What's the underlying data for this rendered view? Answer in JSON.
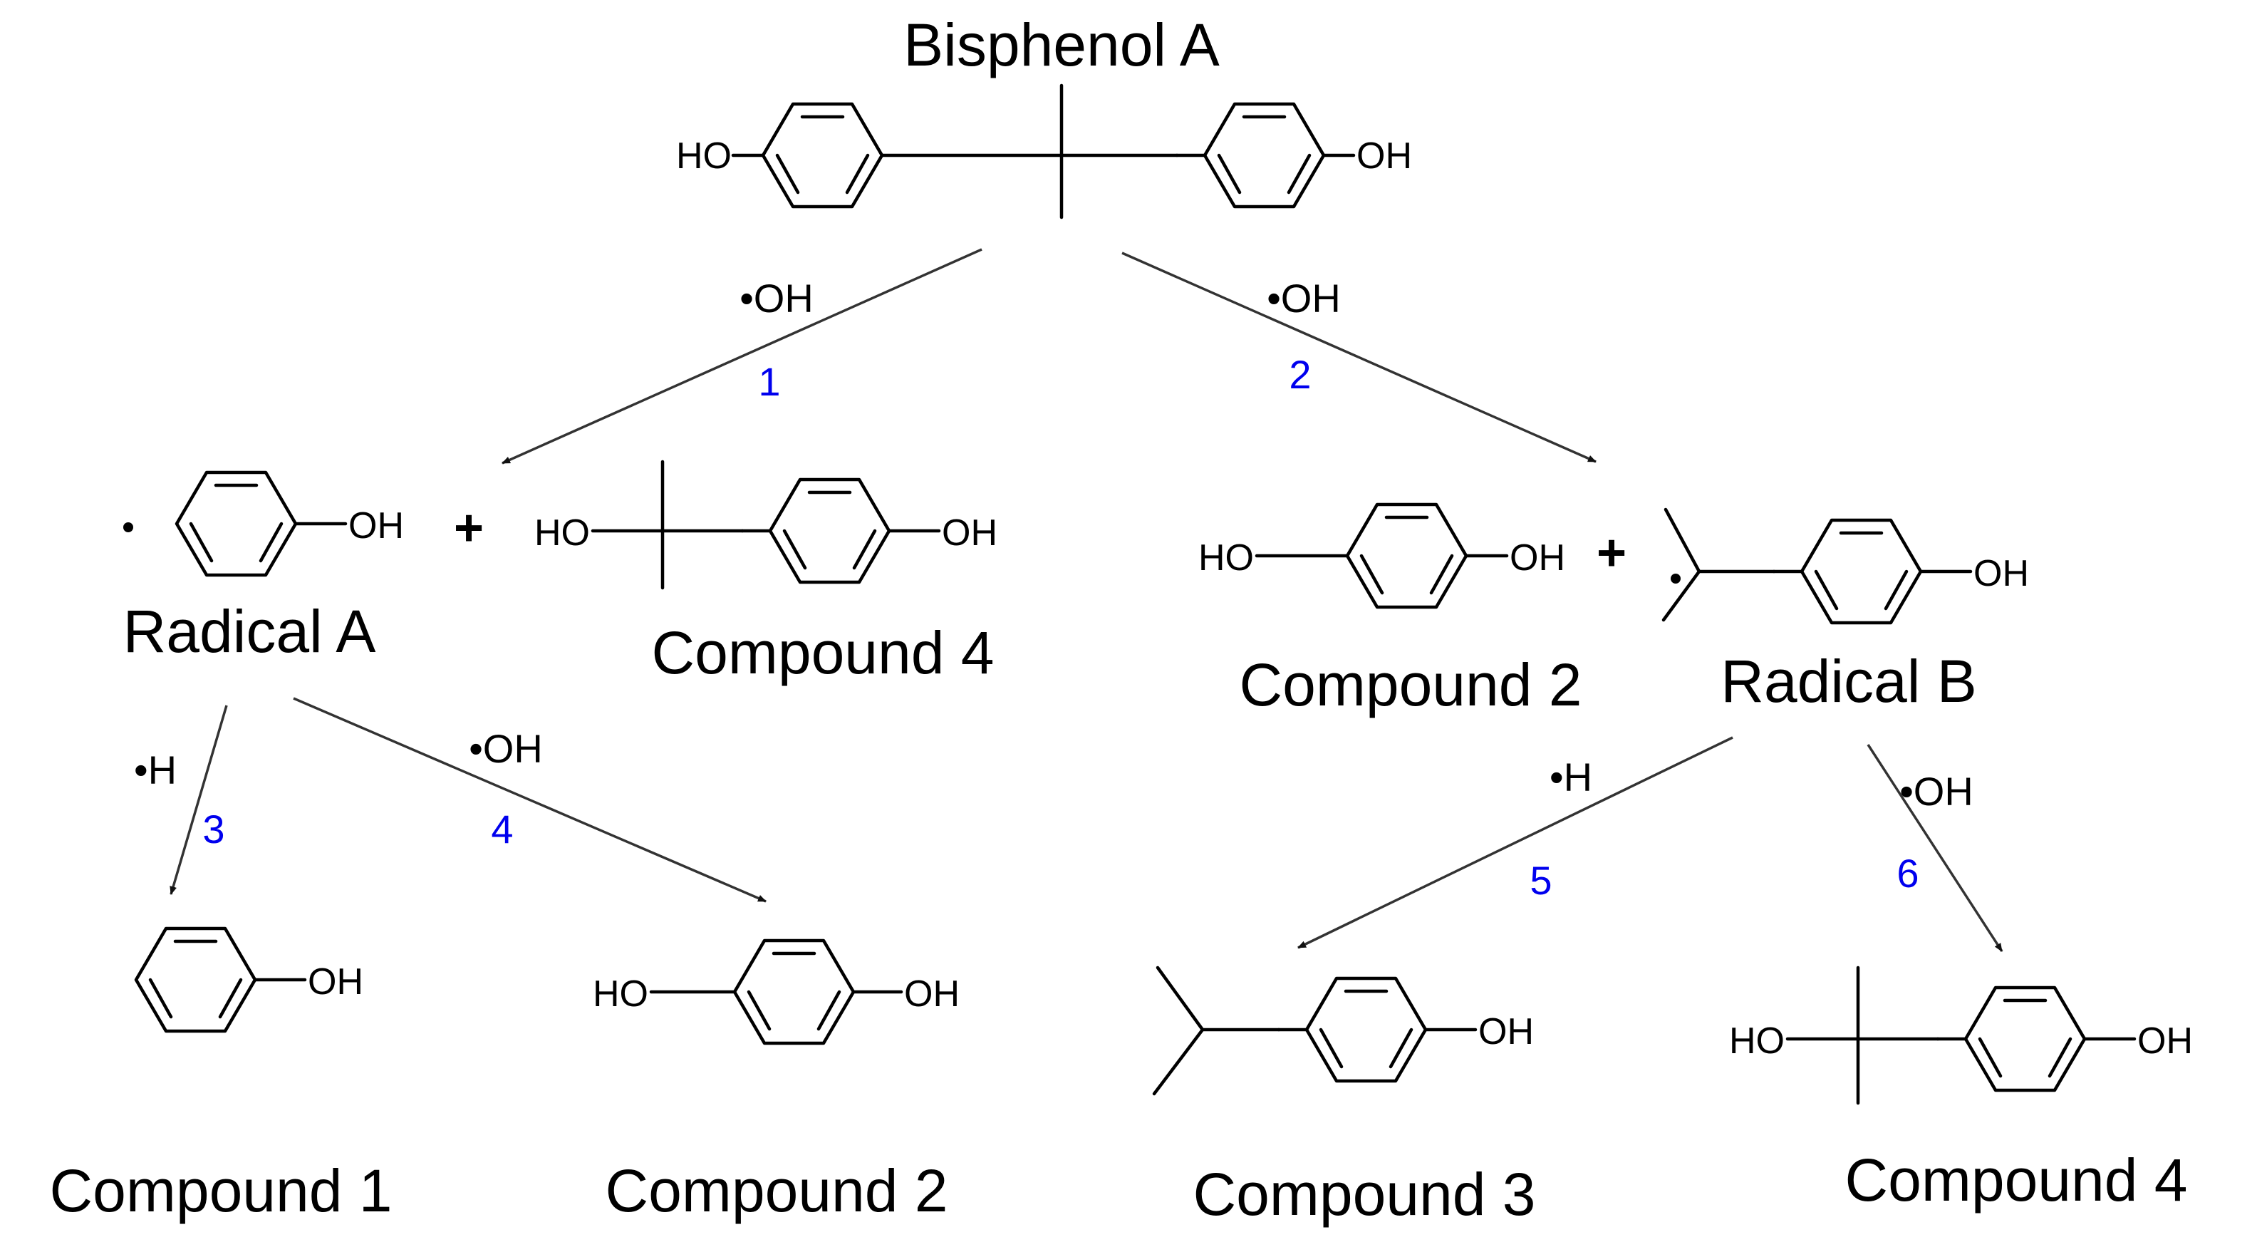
{
  "labels": {
    "bisphenol_a": "Bisphenol A",
    "radical_a": "Radical A",
    "radical_b": "Radical B",
    "compound_1": "Compound 1",
    "compound_2": "Compound 2",
    "compound_3": "Compound 3",
    "compound_4": "Compound 4"
  },
  "atoms": {
    "hydroxyl": "OH",
    "hydroxyl_left": "HO"
  },
  "reagents": {
    "hydroxyl_radical": "•OH",
    "hydrogen_radical": "•H"
  },
  "operators": {
    "plus": "+"
  },
  "steps": [
    "1",
    "2",
    "3",
    "4",
    "5",
    "6"
  ]
}
